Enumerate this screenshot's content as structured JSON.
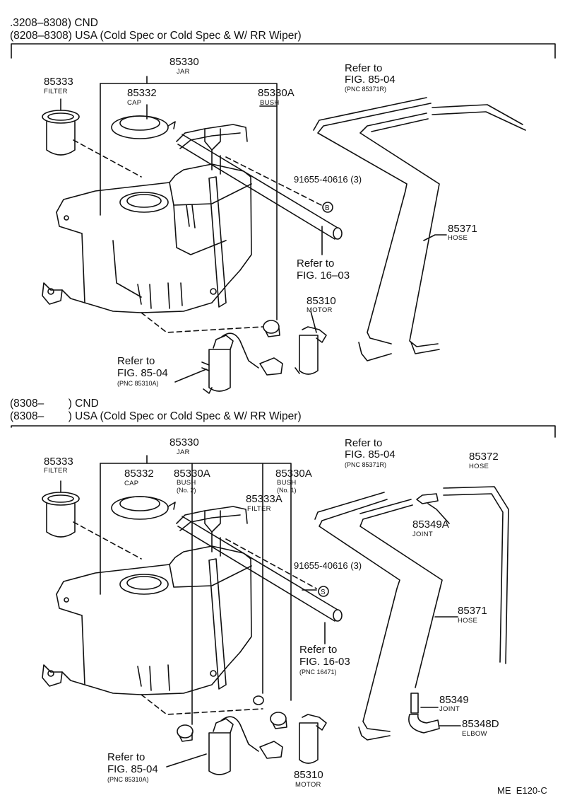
{
  "top": {
    "header1": ".3208–8308) CND",
    "header2": "(8208–8308) USA (Cold Spec or Cold Spec & W/ RR Wiper)",
    "labels": {
      "jar_pn": "85330",
      "jar_name": "JAR",
      "filter_pn": "85333",
      "filter_name": "FILTER",
      "cap_pn": "85332",
      "cap_name": "CAP",
      "bush_pn": "85330A",
      "bush_name": "BUSH",
      "bolt_pn": "91655-40616 (3)",
      "bolt_mark": "B",
      "hose_pn": "85371",
      "hose_name": "HOSE",
      "motor_pn": "85310",
      "motor_name": "MOTOR"
    },
    "refs": {
      "hose_ref_line1": "Refer to",
      "hose_ref_line2": "FIG. 85-04",
      "hose_ref_pnc": "(PNC 85371R)",
      "fig16_line1": "Refer to",
      "fig16_line2": "FIG. 16–03",
      "motor_ref_line1": "Refer to",
      "motor_ref_line2": "FIG. 85-04",
      "motor_ref_pnc": "(PNC 85310A)"
    }
  },
  "bottom": {
    "header1": "(8308–        ) CND",
    "header2": "(8308–        ) USA (Cold Spec or Cold Spec & W/ RR Wiper)",
    "labels": {
      "jar_pn": "85330",
      "jar_name": "JAR",
      "filter_pn": "85333",
      "filter_name": "FILTER",
      "cap_pn": "85332",
      "cap_name": "CAP",
      "bush2_pn": "85330A",
      "bush2_name": "BUSH",
      "bush2_sub": "(No. 2)",
      "bush1_pn": "85330A",
      "bush1_name": "BUSH",
      "bush1_sub": "(No. 1)",
      "filter2_pn": "85333A",
      "filter2_name": "FILTER",
      "bolt_pn": "91655-40616 (3)",
      "bolt_mark": "S",
      "hose372_pn": "85372",
      "hose372_name": "HOSE",
      "joint_a_pn": "85349A",
      "joint_a_name": "JOINT",
      "hose371_pn": "85371",
      "hose371_name": "HOSE",
      "joint_pn": "85349",
      "joint_name": "JOINT",
      "elbow_pn": "85348D",
      "elbow_name": "ELBOW",
      "motor_pn": "85310",
      "motor_name": "MOTOR"
    },
    "refs": {
      "hose_ref_line1": "Refer to",
      "hose_ref_line2": "FIG. 85-04",
      "hose_ref_pnc": "(PNC 85371R)",
      "fig16_line1": "Refer to",
      "fig16_line2": "FIG. 16-03",
      "fig16_pnc": "(PNC 16471)",
      "motor_ref_line1": "Refer to",
      "motor_ref_line2": "FIG. 85-04",
      "motor_ref_pnc": "(PNC 85310A)"
    }
  },
  "footer_code": "ME  E120-C"
}
